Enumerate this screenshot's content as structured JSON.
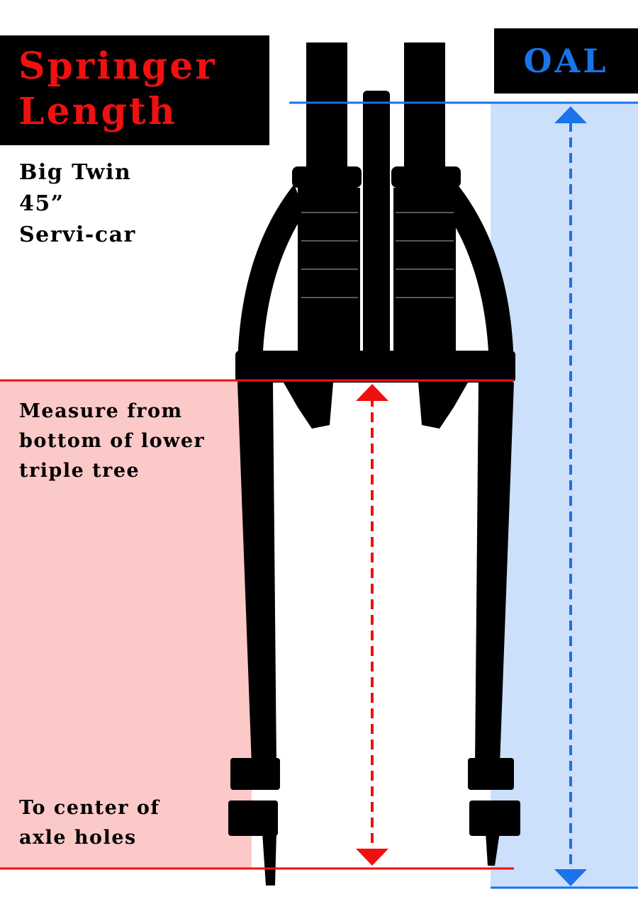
{
  "title": {
    "line1": "Springer",
    "line2": "Length"
  },
  "oal_label": "OAL",
  "models": [
    "Big Twin",
    "45”",
    "Servi-car"
  ],
  "measure_text": [
    "Measure from",
    "bottom of lower",
    "triple tree"
  ],
  "axle_text": [
    "To center of",
    "axle holes"
  ],
  "colors": {
    "red": "#f01010",
    "blue": "#1a73e8",
    "pink_panel": "#fcc9c9",
    "blue_panel": "#cce0fb"
  }
}
